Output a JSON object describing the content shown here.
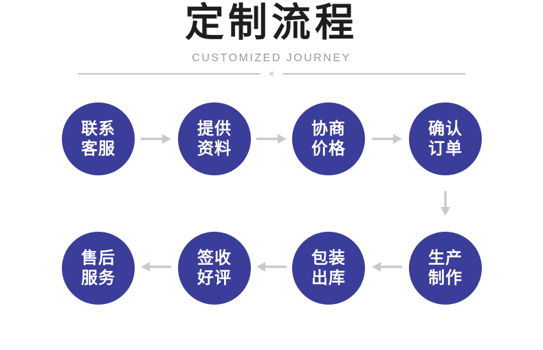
{
  "header": {
    "title": "定制流程",
    "subtitle": "CUSTOMIZED JOURNEY",
    "divider_mark": "×"
  },
  "colors": {
    "circle": "#3a3d99",
    "circletext": "#ffffff",
    "arrow": "#c9c9c9",
    "title": "#1e1e1e",
    "subtitle": "#999999",
    "divider": "#8f8f8f",
    "mark": "#b8b8b8"
  },
  "flow": {
    "steps": [
      {
        "id": "contact-service",
        "line1": "联系",
        "line2": "客服"
      },
      {
        "id": "provide-materials",
        "line1": "提供",
        "line2": "资料"
      },
      {
        "id": "negotiate-price",
        "line1": "协商",
        "line2": "价格"
      },
      {
        "id": "confirm-order",
        "line1": "确认",
        "line2": "订单"
      },
      {
        "id": "production",
        "line1": "生产",
        "line2": "制作"
      },
      {
        "id": "packing-shipping",
        "line1": "包装",
        "line2": "出库"
      },
      {
        "id": "sign-good-review",
        "line1": "签收",
        "line2": "好评"
      },
      {
        "id": "after-sales",
        "line1": "售后",
        "line2": "服务"
      }
    ]
  }
}
